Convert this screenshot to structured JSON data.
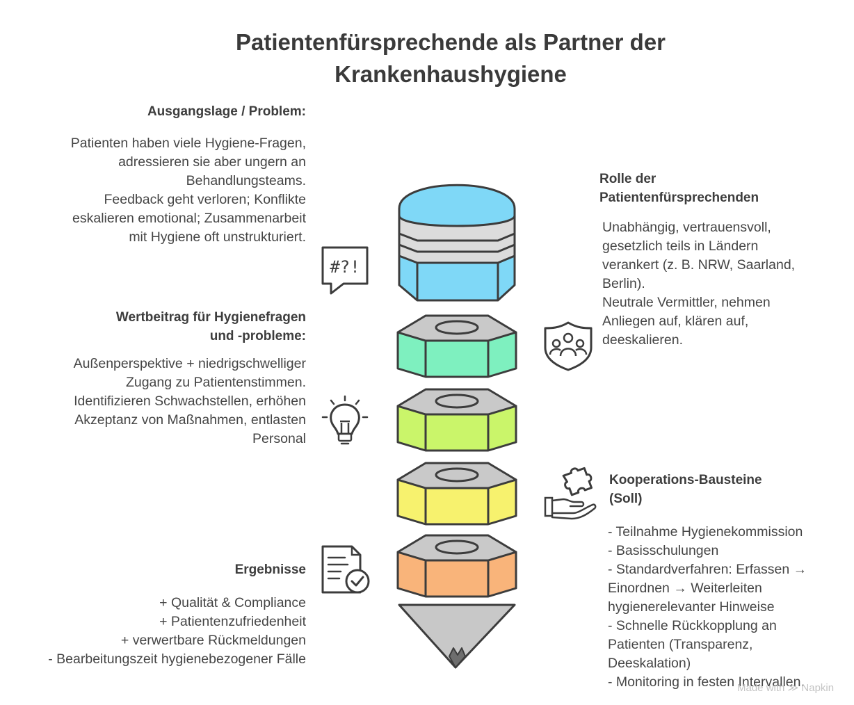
{
  "title": "Patientenfürsprechende als Partner der\nKrankenhaushygiene",
  "sections": {
    "problem": {
      "heading": "Ausgangslage / Problem:",
      "lines": [
        "Patienten haben viele Hygiene-Fragen,",
        "adressieren sie aber ungern an",
        "Behandlungsteams.",
        "Feedback geht verloren; Konflikte",
        "eskalieren emotional; Zusammenarbeit",
        "mit Hygiene oft unstrukturiert."
      ],
      "icon": "speech-bubble-icon",
      "icon_text": "#?!"
    },
    "role": {
      "heading": "Rolle der\nPatientenfürsprechenden",
      "lines": [
        "Unabhängig, vertrauensvoll,",
        "gesetzlich teils in Ländern",
        "verankert (z. B. NRW, Saarland,",
        "Berlin).",
        "Neutrale Vermittler, nehmen",
        "Anliegen auf, klären auf,",
        "deeskalieren."
      ],
      "icon": "people-shield-icon"
    },
    "value": {
      "heading": "Wertbeitrag für Hygienefragen\nund -probleme:",
      "lines": [
        "Außenperspektive + niedrigschwelliger",
        "Zugang zu Patientenstimmen.",
        "Identifizieren Schwachstellen, erhöhen",
        "Akzeptanz von Maßnahmen, entlasten",
        "Personal"
      ],
      "icon": "lightbulb-icon"
    },
    "cooperation": {
      "heading": "Kooperations-Bausteine\n(Soll)",
      "lines": [
        "- Teilnahme Hygienekommission",
        "- Basisschulungen",
        "- Standardverfahren: Erfassen →",
        "Einordnen → Weiterleiten",
        "hygienerelevanter Hinweise",
        "- Schnelle Rückkopplung an",
        "Patienten (Transparenz,",
        "Deeskalation)",
        "- Monitoring in festen Intervallen."
      ],
      "icon": "hand-puzzle-icon"
    },
    "results": {
      "heading": "Ergebnisse",
      "lines": [
        "+ Qualität & Compliance",
        "+ Patientenzufriedenheit",
        "+ verwertbare Rückmeldungen",
        "- Bearbeitungszeit hygienebezogener Fälle"
      ],
      "icon": "checklist-document-icon"
    }
  },
  "colors": {
    "cap": "#7fd8f7",
    "green": "#7ef0bf",
    "lime": "#caf56a",
    "yellow": "#f7f26e",
    "orange": "#f9b47a",
    "gray_top": "#c9c9c9",
    "gray_band": "#dcdcdc",
    "outline": "#3c3c3c"
  },
  "watermark": "Made with ≫ Napkin"
}
